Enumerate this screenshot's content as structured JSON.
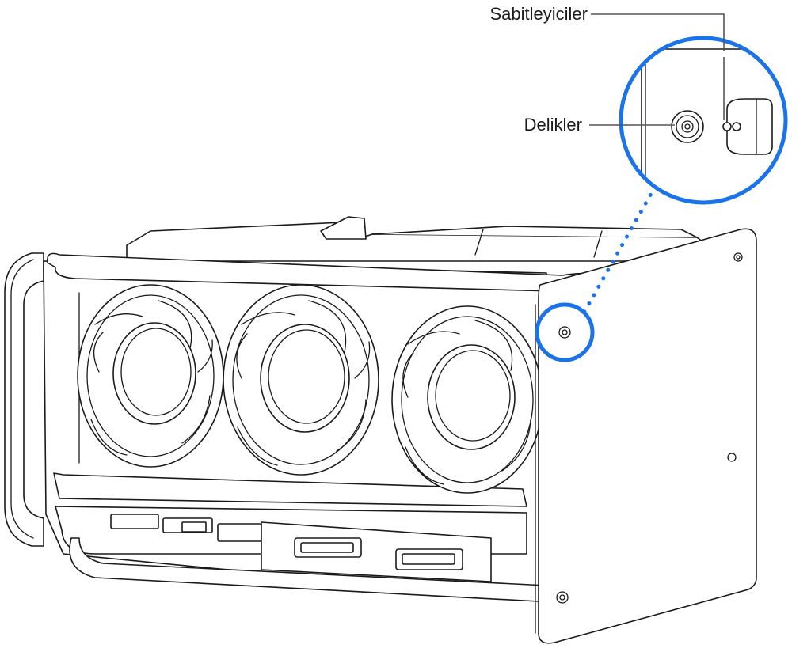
{
  "callouts": {
    "fasteners": "Sabitleyiciler",
    "holes": "Delikler"
  },
  "colors": {
    "highlight": "#1a73e8",
    "line_art": "#1a1a1a",
    "background": "#ffffff"
  },
  "illustration": {
    "subject": "fan-module",
    "fan_count": 3
  }
}
